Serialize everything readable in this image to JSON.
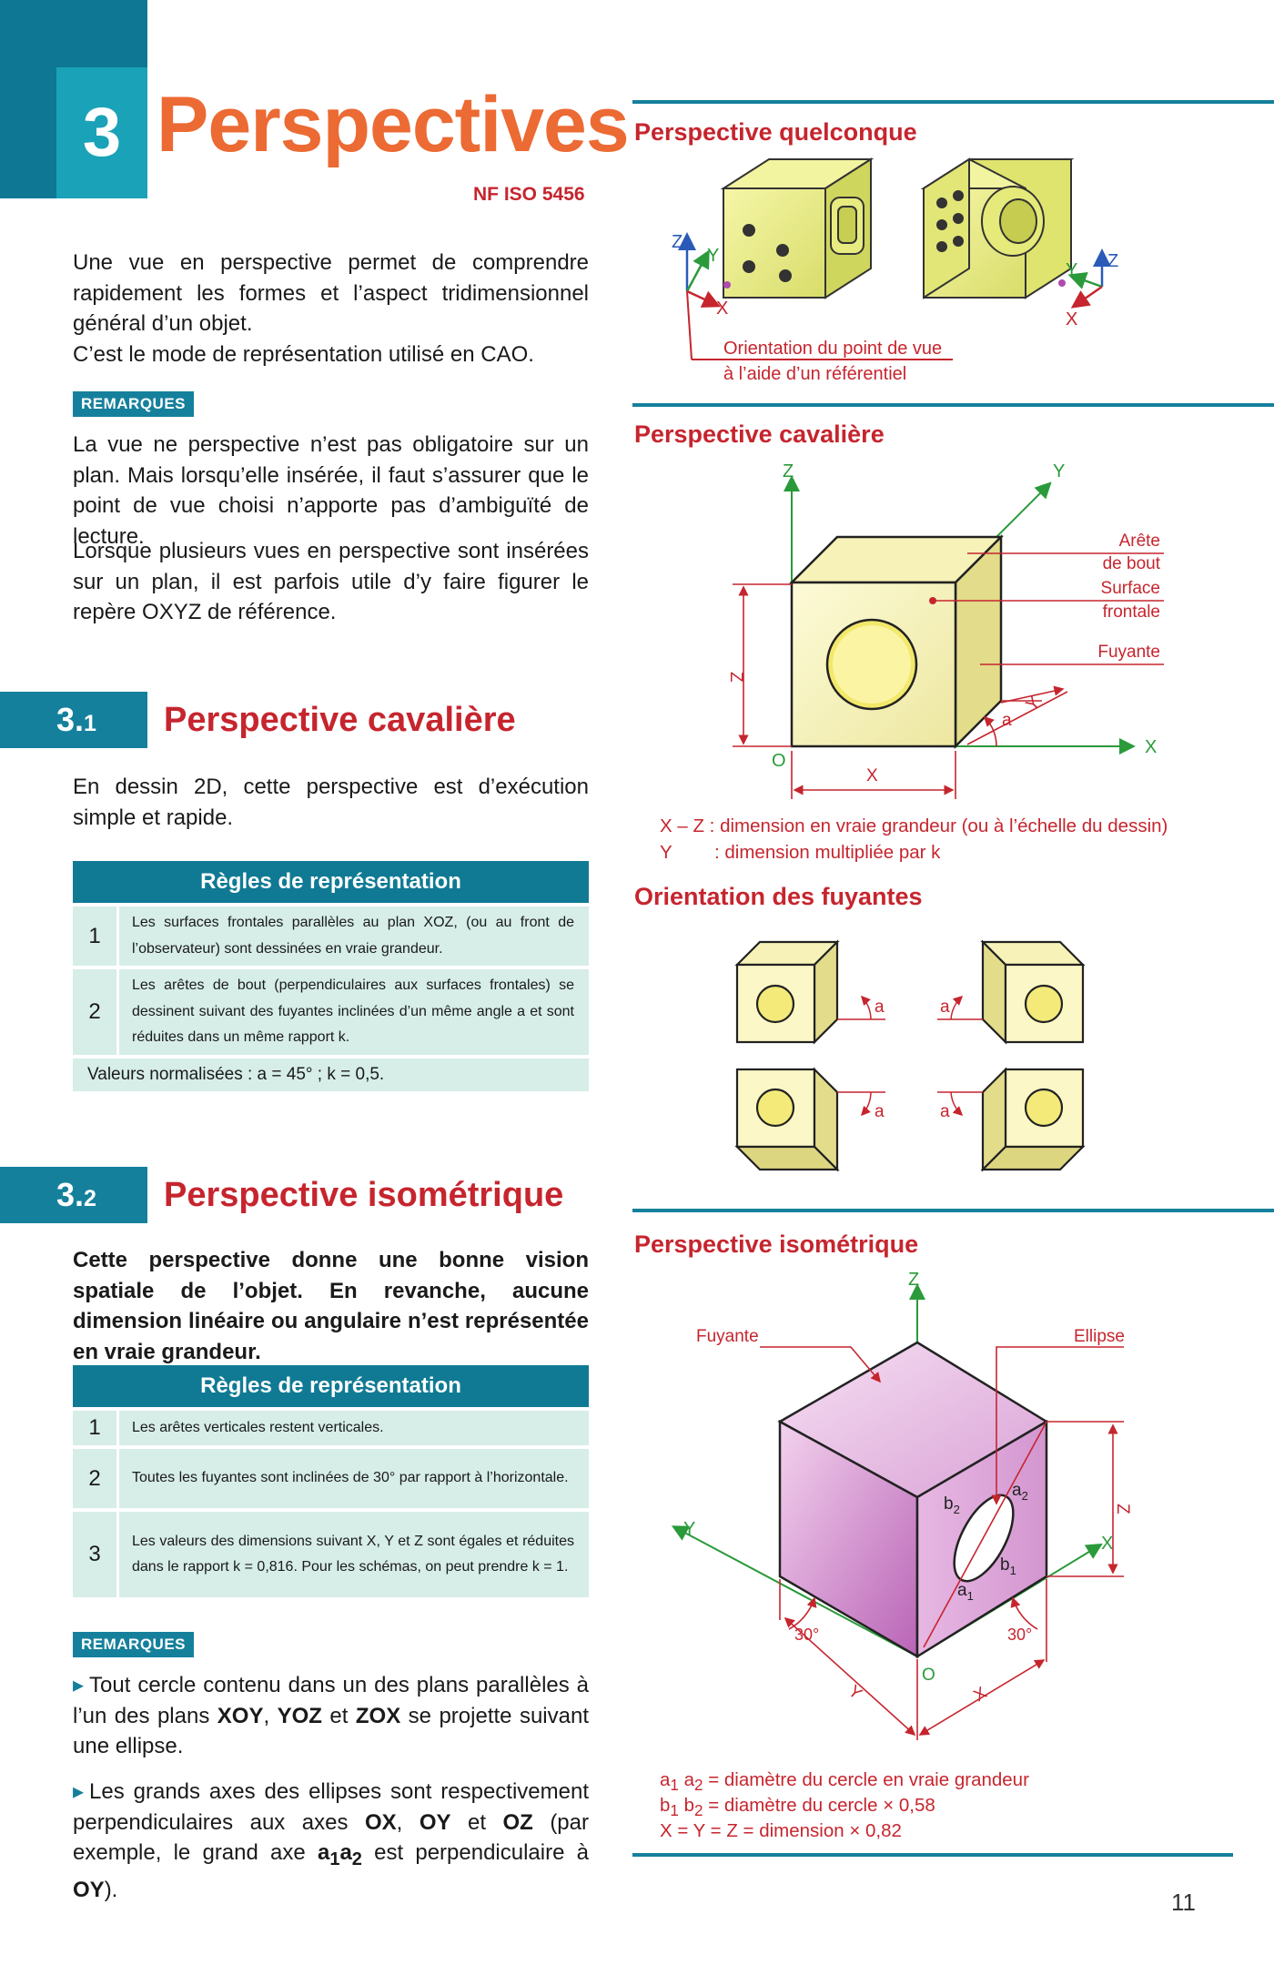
{
  "header": {
    "chapter_number": "3",
    "chapter_title": "Perspectives",
    "norm": "NF ISO 5456"
  },
  "intro": {
    "text1": "Une vue en perspective permet de comprendre rapidement les formes et l’aspect tridimensionnel général d’un objet.",
    "text2": "C’est le mode de représentation utilisé en CAO."
  },
  "remarks_label": "REMARQUES",
  "remarks1": {
    "p1": "La vue ne perspective n’est pas obligatoire sur un plan. Mais lorsqu’elle insérée, il faut s’assurer que le point de vue choisi n’apporte pas d’ambiguïté de lecture.",
    "p2": "Lorsque plusieurs vues en perspective sont insérées sur un plan, il est parfois utile d’y faire figurer le repère OXYZ de référence."
  },
  "sec31": {
    "num": "3.",
    "sub": "1",
    "title": "Perspective cavalière",
    "text": "En dessin 2D, cette perspective est d’exécution simple et rapide.",
    "table_head": "Règles de représentation",
    "rows": [
      {
        "n": "1",
        "t": "Les surfaces frontales parallèles au plan XOZ, (ou au front de l’observateur) sont dessinées en vraie grandeur."
      },
      {
        "n": "2",
        "t": "Les arêtes de bout (perpendiculaires aux surfaces frontales) se dessinent suivant des fuyantes inclinées d’un même angle a et sont réduites dans un même rapport k."
      }
    ],
    "footer": "Valeurs normalisées : a = 45° ; k = 0,5."
  },
  "sec32": {
    "num": "3.",
    "sub": "2",
    "title": "Perspective isométrique",
    "text": "Cette perspective donne une bonne vision spatiale de l’objet. En revanche, aucune dimension linéaire ou angulaire n’est représentée en vraie grandeur.",
    "table_head": "Règles de représentation",
    "rows": [
      {
        "n": "1",
        "t": "Les arêtes verticales restent verticales."
      },
      {
        "n": "2",
        "t": "Toutes les fuyantes sont inclinées de 30° par rapport à l’horizontale."
      },
      {
        "n": "3",
        "t": "Les valeurs des dimensions suivant X, Y et Z sont égales et réduites dans le rapport k = 0,816. Pour les schémas, on peut prendre k = 1."
      }
    ],
    "bullet1_a": "Tout cercle contenu dans un des plans parallèles à l’un des plans ",
    "bullet1_b": "XOY",
    "bullet1_c": ", ",
    "bullet1_d": "YOZ",
    "bullet1_e": " et ",
    "bullet1_f": "ZOX",
    "bullet1_g": " se projette suivant une ellipse.",
    "bullet2_a": "Les grands axes des ellipses sont respectivement perpendiculaires aux axes ",
    "bullet2_b": "OX",
    "bullet2_c": ", ",
    "bullet2_d": "OY",
    "bullet2_e": " et ",
    "bullet2_f": "OZ",
    "bullet2_g": " (par exemple, le grand axe ",
    "bullet2_h": "a",
    "bullet2_h1": "1",
    "bullet2_i": "a",
    "bullet2_i2": "2",
    "bullet2_j": " est perpendiculaire à ",
    "bullet2_k": "OY",
    "bullet2_l": ")."
  },
  "fig_quelconque": {
    "title": "Perspective quelconque",
    "caption1": "Orientation du point de vue",
    "caption2": "à l’aide d’un référentiel",
    "axis_x": "X",
    "axis_y": "Y",
    "axis_z": "Z"
  },
  "fig_cavaliere": {
    "title": "Perspective cavalière",
    "label_arete1": "Arête",
    "label_arete2": "de bout",
    "label_surface1": "Surface",
    "label_surface2": "frontale",
    "label_fuyante": "Fuyante",
    "axis_x": "X",
    "axis_y": "Y",
    "axis_z": "Z",
    "origin": "O",
    "dim_x": "X",
    "dim_y": "Y",
    "dim_z": "Z",
    "angle": "a",
    "caption1": "X – Z : dimension en vraie grandeur (ou à l’échelle du dessin)",
    "caption2_a": "Y",
    "caption2_b": ": dimension multipliée par k"
  },
  "fig_orientation": {
    "title": "Orientation des fuyantes",
    "angle": "a"
  },
  "fig_iso": {
    "title": "Perspective isométrique",
    "label_fuyante": "Fuyante",
    "label_ellipse": "Ellipse",
    "axis_x": "X",
    "axis_y": "Y",
    "axis_z": "Z",
    "origin": "O",
    "dim_x": "X",
    "dim_y": "Y",
    "dim_z": "Z",
    "angle": "30°",
    "a1": "a",
    "a1s": "1",
    "a2": "a",
    "a2s": "2",
    "b1": "b",
    "b1s": "1",
    "b2": "b",
    "b2s": "2",
    "cap1_a": "a",
    "cap1_b": "1",
    "cap1_c": " a",
    "cap1_d": "2",
    "cap1_e": " = diamètre du cercle en vraie grandeur",
    "cap2_a": "b",
    "cap2_b": "1",
    "cap2_c": " b",
    "cap2_d": "2",
    "cap2_e": " = diamètre du cercle × 0,58",
    "cap3": "X = Y = Z = dimension × 0,82"
  },
  "page_number": "11",
  "colors": {
    "teal_dark": "#0e7894",
    "teal_light": "#1aa2b8",
    "orange": "#ec6a33",
    "red": "#c6252e",
    "table_row": "#d6ede8",
    "axis_green": "#2a9a3a",
    "axis_blue": "#2a5ab8"
  }
}
